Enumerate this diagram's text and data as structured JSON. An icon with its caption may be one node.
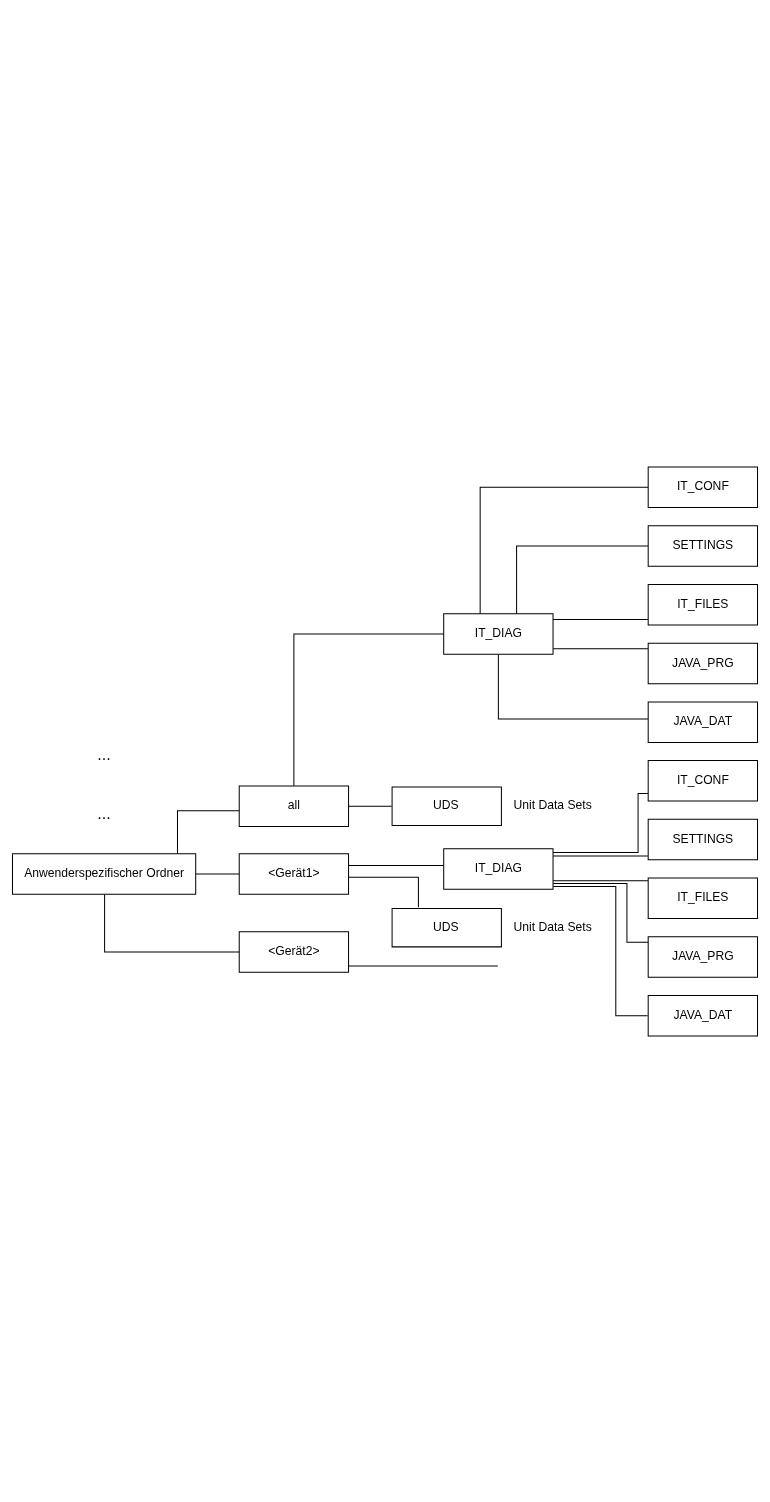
{
  "diagram": {
    "nodes": [
      {
        "text": [
          "Anwenderspezifischer Ordner"
        ]
      },
      {
        "text": [
          "all"
        ]
      },
      {
        "text": [
          "IT_DIAG"
        ]
      },
      {
        "text": [
          "IT_CONF"
        ]
      },
      {
        "text": [
          "SETTINGS"
        ]
      },
      {
        "text": [
          "IT_FILES"
        ]
      },
      {
        "text": [
          "JAVA_PRG"
        ]
      },
      {
        "text": [
          "JAVA_DAT"
        ]
      },
      {
        "text": [
          "UDS"
        ],
        "beside": [
          "Unit Data Sets"
        ]
      },
      {
        "text": [
          "<Gerät1>"
        ]
      },
      {
        "text": [
          "IT_DIAG"
        ]
      },
      {
        "text": [
          "IT_CONF"
        ]
      },
      {
        "text": [
          "SETTINGS"
        ]
      },
      {
        "text": [
          "IT_FILES"
        ]
      },
      {
        "text": [
          "JAVA_PRG"
        ]
      },
      {
        "text": [
          "JAVA_DAT"
        ]
      },
      {
        "text": [
          "UDS"
        ],
        "beside": [
          "Unit Data Sets"
        ]
      },
      {
        "text": [
          "<Gerät2>"
        ]
      }
    ],
    "edges": [
      {
        "from": 0,
        "to": 1,
        "arrow": "none"
      },
      {
        "from": 1,
        "to": 2,
        "arrow": "none"
      },
      {
        "from": 2,
        "to": 3,
        "arrow": "none"
      },
      {
        "from": 2,
        "to": 4,
        "arrow": "none"
      },
      {
        "from": 2,
        "to": 5,
        "arrow": "none"
      },
      {
        "from": 2,
        "to": 6,
        "arrow": "none"
      },
      {
        "from": 2,
        "to": 7,
        "arrow": "none"
      },
      {
        "from": 1,
        "to": 8,
        "arrow": "none"
      },
      {
        "from": 0,
        "to": 9,
        "arrow": "none"
      },
      {
        "from": 9,
        "to": 10,
        "arrow": "none"
      },
      {
        "from": 10,
        "to": 11,
        "arrow": "none"
      },
      {
        "from": 10,
        "to": 12,
        "arrow": "none"
      },
      {
        "from": 10,
        "to": 13,
        "arrow": "none"
      },
      {
        "from": 10,
        "to": 14,
        "arrow": "none"
      },
      {
        "from": 10,
        "to": 15,
        "arrow": "none"
      },
      {
        "from": 9,
        "to": 16,
        "arrow": "none"
      },
      {
        "from": 0,
        "to": 17,
        "arrow": "none"
      },
      {
        "from": 17,
        "to": null,
        "arrow": "none"
      }
    ],
    "labels": [
      "...",
      "..."
    ]
  }
}
